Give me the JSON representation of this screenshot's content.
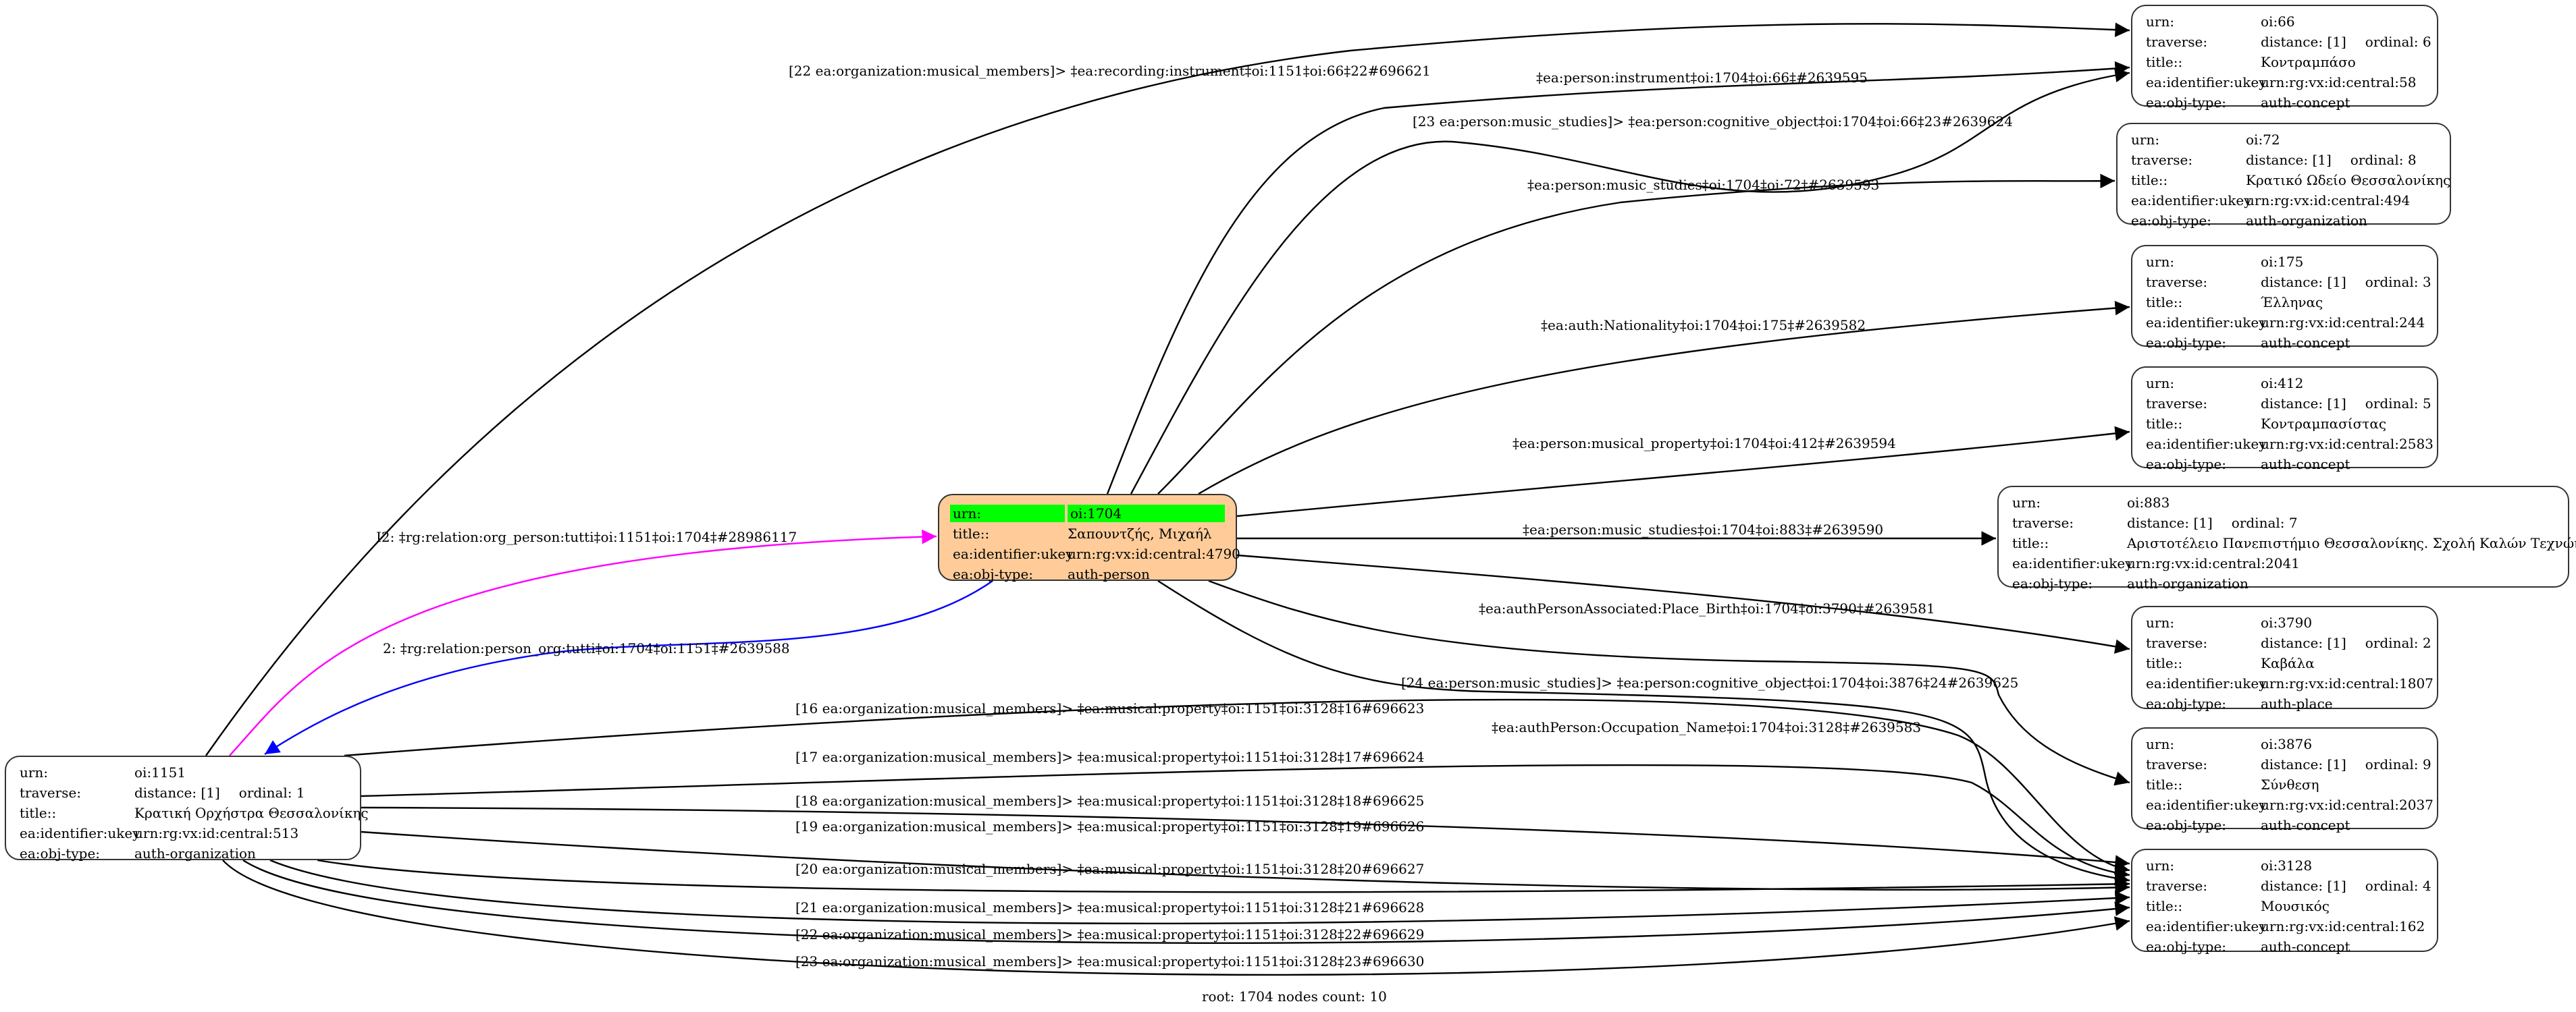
{
  "labels": {
    "urn": "urn:",
    "traverse": "traverse:",
    "title": "title::",
    "ukey": "ea:identifier:ukey",
    "objtype": "ea:obj-type:"
  },
  "colors": {
    "root_fill": "#ffcc99",
    "root_highlight": "#00ff00",
    "edge_default": "#000000",
    "edge_org_person": "#ff00ff",
    "edge_person_org": "#0000ff"
  },
  "nodes": [
    {
      "id": "1704",
      "urn": "oi:1704",
      "title": "Σαπουντζής, Μιχαήλ",
      "ukey": "urn:rg:vx:id:central:4790",
      "objtype": "auth-person",
      "root": true
    },
    {
      "id": "1151",
      "urn": "oi:1151",
      "distance": "distance: [1]",
      "ordinal": "ordinal: 1",
      "title": "Κρατική Ορχήστρα Θεσσαλονίκης",
      "ukey": "urn:rg:vx:id:central:513",
      "objtype": "auth-organization"
    },
    {
      "id": "66",
      "urn": "oi:66",
      "distance": "distance: [1]",
      "ordinal": "ordinal: 6",
      "title": "Κοντραμπάσο",
      "ukey": "urn:rg:vx:id:central:58",
      "objtype": "auth-concept"
    },
    {
      "id": "72",
      "urn": "oi:72",
      "distance": "distance: [1]",
      "ordinal": "ordinal: 8",
      "title": "Κρατικό Ωδείο Θεσσαλονίκης",
      "ukey": "urn:rg:vx:id:central:494",
      "objtype": "auth-organization"
    },
    {
      "id": "175",
      "urn": "oi:175",
      "distance": "distance: [1]",
      "ordinal": "ordinal: 3",
      "title": "Έλληνας",
      "ukey": "urn:rg:vx:id:central:244",
      "objtype": "auth-concept"
    },
    {
      "id": "412",
      "urn": "oi:412",
      "distance": "distance: [1]",
      "ordinal": "ordinal: 5",
      "title": "Κοντραμπασίστας",
      "ukey": "urn:rg:vx:id:central:2583",
      "objtype": "auth-concept"
    },
    {
      "id": "883",
      "urn": "oi:883",
      "distance": "distance: [1]",
      "ordinal": "ordinal: 7",
      "title": "Αριστοτέλειο Πανεπιστήμιο Θεσσαλονίκης. Σχολή Καλών Τεχνών...",
      "ukey": "urn:rg:vx:id:central:2041",
      "objtype": "auth-organization"
    },
    {
      "id": "3790",
      "urn": "oi:3790",
      "distance": "distance: [1]",
      "ordinal": "ordinal: 2",
      "title": "Καβάλα",
      "ukey": "urn:rg:vx:id:central:1807",
      "objtype": "auth-place"
    },
    {
      "id": "3876",
      "urn": "oi:3876",
      "distance": "distance: [1]",
      "ordinal": "ordinal: 9",
      "title": "Σύνθεση",
      "ukey": "urn:rg:vx:id:central:2037",
      "objtype": "auth-concept"
    },
    {
      "id": "3128",
      "urn": "oi:3128",
      "distance": "distance: [1]",
      "ordinal": "ordinal: 4",
      "title": "Μουσικός",
      "ukey": "urn:rg:vx:id:central:162",
      "objtype": "auth-concept"
    }
  ],
  "edges": [
    {
      "from": "1151",
      "to": "66",
      "label": "[22 ea:organization:musical_members]> ‡ea:recording:instrument‡oi:1151‡oi:66‡22#696621",
      "color": "edge_default"
    },
    {
      "from": "1704",
      "to": "66",
      "label": "‡ea:person:instrument‡oi:1704‡oi:66‡#2639595",
      "color": "edge_default"
    },
    {
      "from": "1704",
      "to": "66",
      "label": "[23 ea:person:music_studies]> ‡ea:person:cognitive_object‡oi:1704‡oi:66‡23#2639624",
      "color": "edge_default"
    },
    {
      "from": "1704",
      "to": "72",
      "label": "‡ea:person:music_studies‡oi:1704‡oi:72‡#2639593",
      "color": "edge_default"
    },
    {
      "from": "1704",
      "to": "175",
      "label": "‡ea:auth:Nationality‡oi:1704‡oi:175‡#2639582",
      "color": "edge_default"
    },
    {
      "from": "1704",
      "to": "412",
      "label": "‡ea:person:musical_property‡oi:1704‡oi:412‡#2639594",
      "color": "edge_default"
    },
    {
      "from": "1704",
      "to": "883",
      "label": "‡ea:person:music_studies‡oi:1704‡oi:883‡#2639590",
      "color": "edge_default"
    },
    {
      "from": "1704",
      "to": "3790",
      "label": "‡ea:authPersonAssociated:Place_Birth‡oi:1704‡oi:3790‡#2639581",
      "color": "edge_default"
    },
    {
      "from": "1704",
      "to": "3876",
      "label": "[24 ea:person:music_studies]> ‡ea:person:cognitive_object‡oi:1704‡oi:3876‡24#2639625",
      "color": "edge_default"
    },
    {
      "from": "1704",
      "to": "3128",
      "label": "‡ea:authPerson:Occupation_Name‡oi:1704‡oi:3128‡#2639583",
      "color": "edge_default"
    },
    {
      "from": "1151",
      "to": "1704",
      "label": "I2: ‡rg:relation:org_person:tutti‡oi:1151‡oi:1704‡#28986117",
      "color": "edge_org_person"
    },
    {
      "from": "1704",
      "to": "1151",
      "label": "2: ‡rg:relation:person_org:tutti‡oi:1704‡oi:1151‡#2639588",
      "color": "edge_person_org"
    },
    {
      "from": "1151",
      "to": "3128",
      "label": "[16 ea:organization:musical_members]> ‡ea:musical:property‡oi:1151‡oi:3128‡16#696623",
      "color": "edge_default"
    },
    {
      "from": "1151",
      "to": "3128",
      "label": "[17 ea:organization:musical_members]> ‡ea:musical:property‡oi:1151‡oi:3128‡17#696624",
      "color": "edge_default"
    },
    {
      "from": "1151",
      "to": "3128",
      "label": "[18 ea:organization:musical_members]> ‡ea:musical:property‡oi:1151‡oi:3128‡18#696625",
      "color": "edge_default"
    },
    {
      "from": "1151",
      "to": "3128",
      "label": "[19 ea:organization:musical_members]> ‡ea:musical:property‡oi:1151‡oi:3128‡19#696626",
      "color": "edge_default"
    },
    {
      "from": "1151",
      "to": "3128",
      "label": "[20 ea:organization:musical_members]> ‡ea:musical:property‡oi:1151‡oi:3128‡20#696627",
      "color": "edge_default"
    },
    {
      "from": "1151",
      "to": "3128",
      "label": "[21 ea:organization:musical_members]> ‡ea:musical:property‡oi:1151‡oi:3128‡21#696628",
      "color": "edge_default"
    },
    {
      "from": "1151",
      "to": "3128",
      "label": "[22 ea:organization:musical_members]> ‡ea:musical:property‡oi:1151‡oi:3128‡22#696629",
      "color": "edge_default"
    },
    {
      "from": "1151",
      "to": "3128",
      "label": "[23 ea:organization:musical_members]> ‡ea:musical:property‡oi:1151‡oi:3128‡23#696630",
      "color": "edge_default"
    }
  ],
  "footer": "root: 1704 nodes count: 10"
}
